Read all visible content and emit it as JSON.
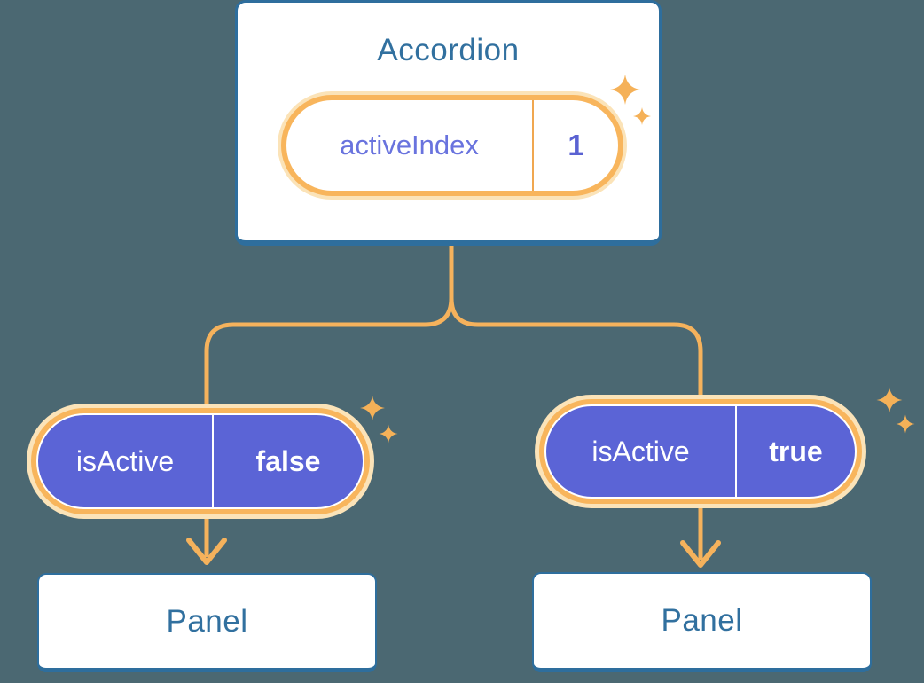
{
  "background_color": "#4B6872",
  "palette": {
    "card_fill": "#FFFFFF",
    "card_border_blue": "#2E6E9D",
    "heading_blue": "#31709F",
    "pill_ring_orange": "#F8B55C",
    "pill_glow_cream": "#FBE3B8",
    "connector_orange": "#F5B25C",
    "sparkle_orange": "#F5B158",
    "state_purple_fill": "#5B64D6",
    "state_label_purple": "#6973DE",
    "state_value_purple": "#5A62D2",
    "prop_text_white": "#FFFFFF"
  },
  "diagram": {
    "root": {
      "title": "Accordion",
      "state_pill": {
        "label": "activeIndex",
        "value": "1"
      }
    },
    "branches": [
      {
        "prop_pill": {
          "label": "isActive",
          "value": "false"
        },
        "child": {
          "title": "Panel"
        }
      },
      {
        "prop_pill": {
          "label": "isActive",
          "value": "true"
        },
        "child": {
          "title": "Panel"
        }
      }
    ]
  }
}
